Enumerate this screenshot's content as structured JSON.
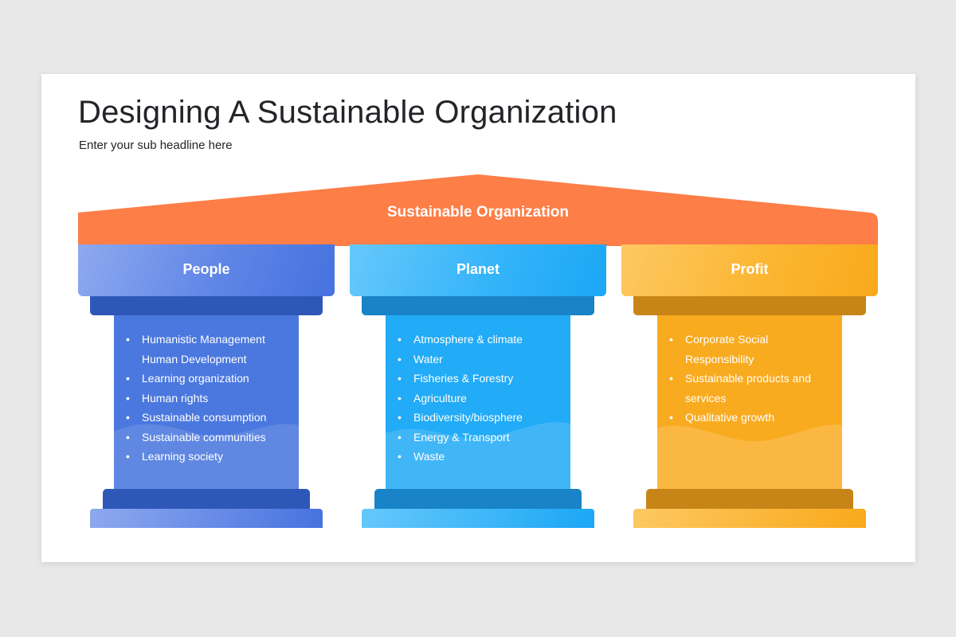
{
  "header": {
    "title": "Designing A Sustainable Organization",
    "subtitle": "Enter your sub headline here"
  },
  "roof": {
    "label": "Sustainable Organization",
    "color": "#fd7e47"
  },
  "pillars": [
    {
      "label": "People",
      "color": "#4b78df",
      "items": [
        {
          "text": "Humanistic Management",
          "bullet": true
        },
        {
          "text": "Human Development",
          "bullet": false
        },
        {
          "text": "Learning organization",
          "bullet": true
        },
        {
          "text": "Human rights",
          "bullet": true
        },
        {
          "text": "Sustainable consumption",
          "bullet": true
        },
        {
          "text": "Sustainable communities",
          "bullet": true
        },
        {
          "text": "Learning society",
          "bullet": true
        }
      ]
    },
    {
      "label": "Planet",
      "color": "#22abf6",
      "items": [
        {
          "text": "Atmosphere & climate",
          "bullet": true
        },
        {
          "text": "Water",
          "bullet": true
        },
        {
          "text": "Fisheries & Forestry",
          "bullet": true
        },
        {
          "text": "Agriculture",
          "bullet": true
        },
        {
          "text": "Biodiversity/biosphere",
          "bullet": true
        },
        {
          "text": "Energy & Transport",
          "bullet": true
        },
        {
          "text": "Waste",
          "bullet": true
        }
      ]
    },
    {
      "label": "Profit",
      "color": "#f9ab1f",
      "items": [
        {
          "text": "Corporate Social",
          "bullet": true
        },
        {
          "text": "Responsibility",
          "bullet": false
        },
        {
          "text": "Sustainable products and",
          "bullet": true
        },
        {
          "text": "services",
          "bullet": false
        },
        {
          "text": "Qualitative growth",
          "bullet": true
        }
      ]
    }
  ]
}
